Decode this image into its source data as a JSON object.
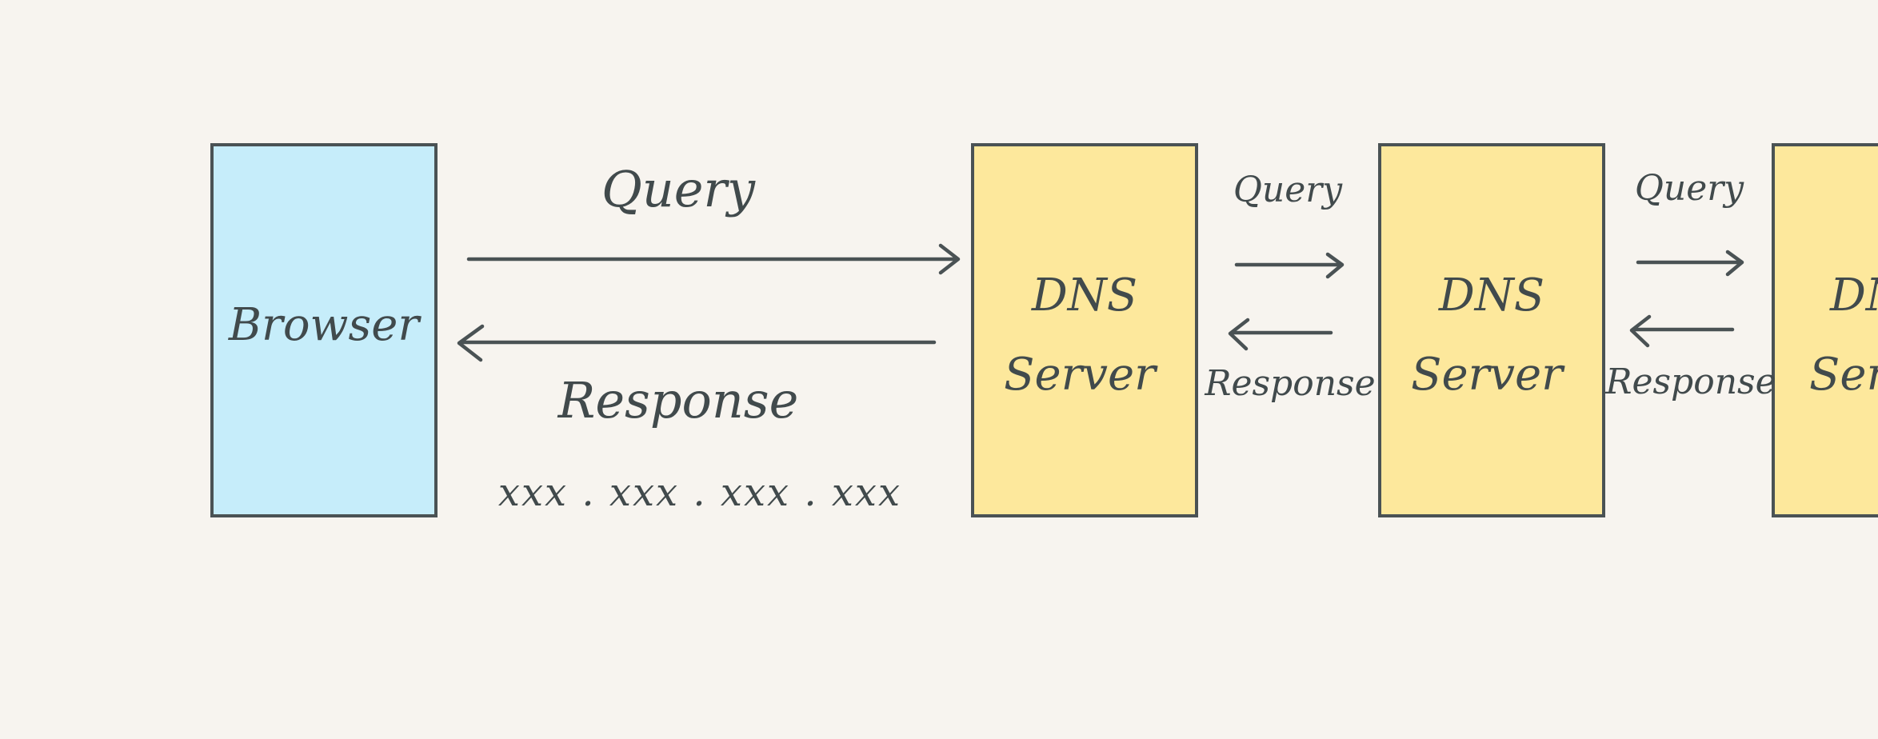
{
  "colors": {
    "background": "#f7f4ef",
    "ink": "#4a5254",
    "browser_fill": "#c6edfa",
    "dns_fill": "#fde89c"
  },
  "nodes": {
    "browser": "Browser",
    "dns1": [
      "DNS",
      "Server"
    ],
    "dns2": [
      "DNS",
      "Server"
    ],
    "dns3": [
      "DNS",
      "Server"
    ]
  },
  "edges": {
    "main_query": "Query",
    "main_response": "Response",
    "main_response_value": "xxx . xxx . xxx . xxx",
    "hop1_query": "Query",
    "hop1_response": "Response",
    "hop2_query": "Query",
    "hop2_response": "Response"
  }
}
